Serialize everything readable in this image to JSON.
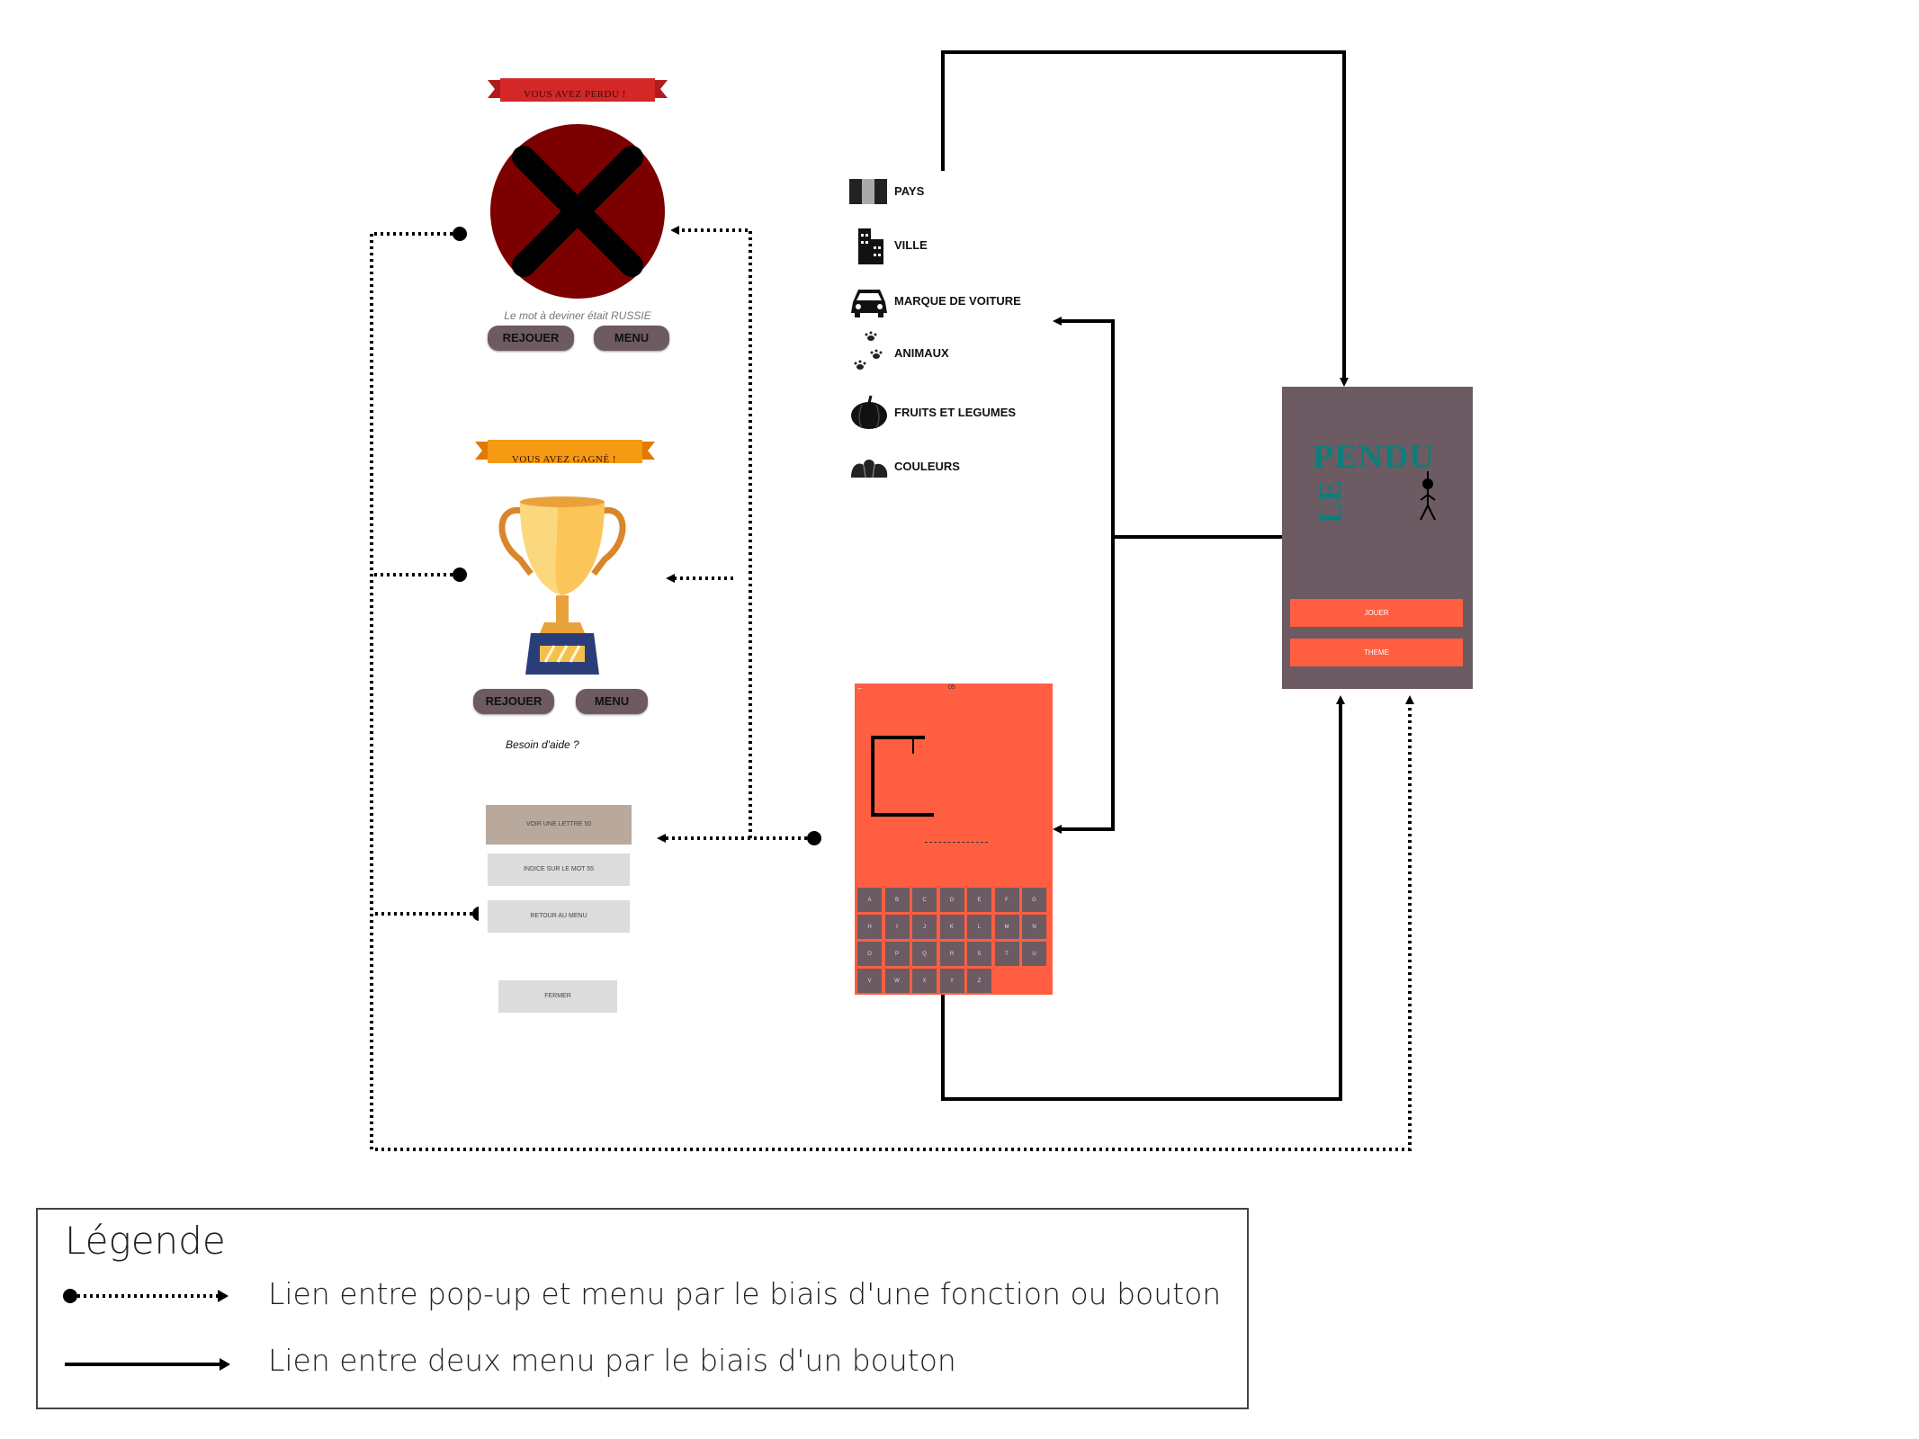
{
  "lost_popup": {
    "banner": "VOUS AVEZ PERDU !",
    "message": "Le mot à deviner était RUSSIE",
    "replay_label": "REJOUER",
    "menu_label": "MENU"
  },
  "won_popup": {
    "banner": "VOUS AVEZ GAGNÉ !",
    "replay_label": "REJOUER",
    "menu_label": "MENU"
  },
  "help_popup": {
    "title": "Besoin d'aide ?",
    "reveal_letter": "VOIR UNE LETTRE 50",
    "word_hint": "INDICE SUR LE MOT 55",
    "back_menu": "RETOUR AU MENU",
    "close": "FERMER"
  },
  "themes_screen": {
    "items": [
      {
        "label": "PAYS",
        "icon": "flag-icon"
      },
      {
        "label": "VILLE",
        "icon": "building-icon"
      },
      {
        "label": "MARQUE DE VOITURE",
        "icon": "car-icon"
      },
      {
        "label": "ANIMAUX",
        "icon": "paw-icon"
      },
      {
        "label": "FRUITS ET LEGUMES",
        "icon": "pumpkin-icon"
      },
      {
        "label": "COULEURS",
        "icon": "palette-icon"
      }
    ]
  },
  "home_screen": {
    "title_pendu": "PENDU",
    "title_le": "LE",
    "play_label": "JOUER",
    "theme_label": "THEME"
  },
  "game_screen": {
    "score": "05",
    "keys": [
      "A",
      "B",
      "C",
      "D",
      "E",
      "F",
      "G",
      "H",
      "I",
      "J",
      "K",
      "L",
      "M",
      "N",
      "O",
      "P",
      "Q",
      "R",
      "S",
      "T",
      "U",
      "V",
      "W",
      "X",
      "Y",
      "Z"
    ]
  },
  "legend": {
    "title": "Légende",
    "dotted_desc": "Lien entre pop-up et menu par le biais d'une fonction ou bouton",
    "solid_desc": "Lien entre deux  menu par le biais d'un bouton"
  },
  "colors": {
    "home_bg": "#6c5b63",
    "accent_orange": "#ff5e41",
    "title_teal": "#0c7f7a",
    "lost_red": "#7d0000"
  }
}
